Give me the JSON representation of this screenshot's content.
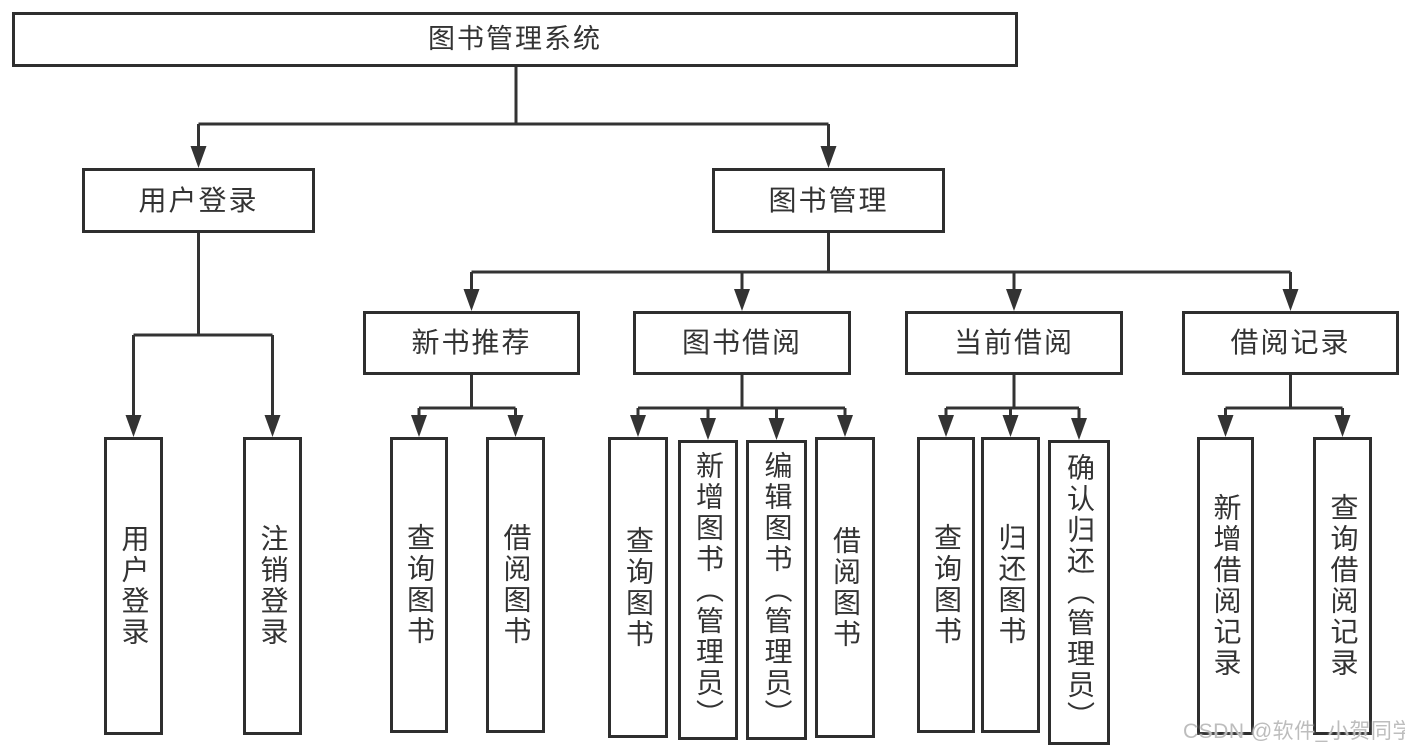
{
  "title": "图书管理系统",
  "colors": {
    "line": "#333333",
    "border": "#2e2e2e",
    "text": "#333333",
    "watermark": "#bdbdbd",
    "background": "#ffffff"
  },
  "nodes": {
    "root": "图书管理系统",
    "branches": [
      {
        "label": "用户登录",
        "children": [
          "用户登录",
          "注销登录"
        ]
      },
      {
        "label": "图书管理",
        "groups": [
          {
            "label": "新书推荐",
            "children": [
              "查询图书",
              "借阅图书"
            ]
          },
          {
            "label": "图书借阅",
            "children": [
              "查询图书",
              "新增图书（管理员）",
              "编辑图书（管理员）",
              "借阅图书"
            ]
          },
          {
            "label": "当前借阅",
            "children": [
              "查询图书",
              "归还图书",
              "确认归还（管理员）"
            ]
          },
          {
            "label": "借阅记录",
            "children": [
              "新增借阅记录",
              "查询借阅记录"
            ]
          }
        ]
      }
    ]
  },
  "watermark": "CSDN @软件_小贺同学"
}
